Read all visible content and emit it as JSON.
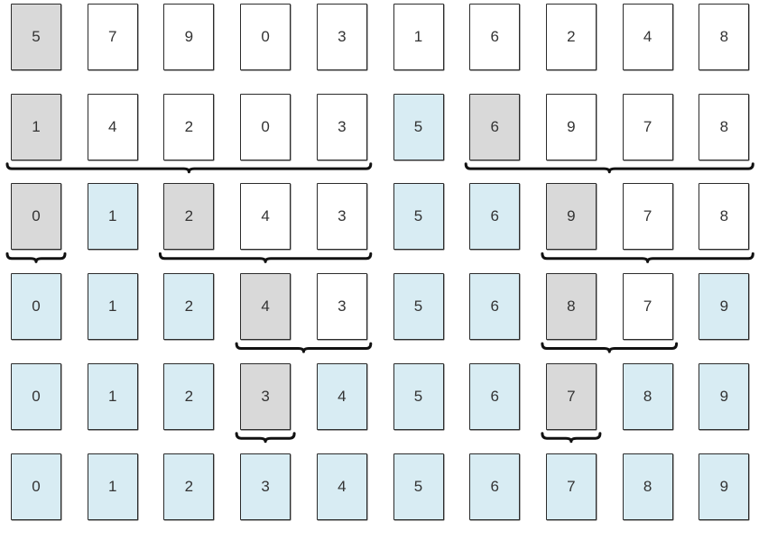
{
  "colors": {
    "default": "#ffffff",
    "pivot": "#d9d9d9",
    "sorted": "#d8ecf3",
    "border": "#2b2b2b",
    "brace": "#111111"
  },
  "rows": [
    [
      {
        "v": "5",
        "s": "pivot"
      },
      {
        "v": "7",
        "s": "default"
      },
      {
        "v": "9",
        "s": "default"
      },
      {
        "v": "0",
        "s": "default"
      },
      {
        "v": "3",
        "s": "default"
      },
      {
        "v": "1",
        "s": "default"
      },
      {
        "v": "6",
        "s": "default"
      },
      {
        "v": "2",
        "s": "default"
      },
      {
        "v": "4",
        "s": "default"
      },
      {
        "v": "8",
        "s": "default"
      }
    ],
    [
      {
        "v": "1",
        "s": "pivot"
      },
      {
        "v": "4",
        "s": "default"
      },
      {
        "v": "2",
        "s": "default"
      },
      {
        "v": "0",
        "s": "default"
      },
      {
        "v": "3",
        "s": "default"
      },
      {
        "v": "5",
        "s": "sorted"
      },
      {
        "v": "6",
        "s": "pivot"
      },
      {
        "v": "9",
        "s": "default"
      },
      {
        "v": "7",
        "s": "default"
      },
      {
        "v": "8",
        "s": "default"
      }
    ],
    [
      {
        "v": "0",
        "s": "pivot"
      },
      {
        "v": "1",
        "s": "sorted"
      },
      {
        "v": "2",
        "s": "pivot"
      },
      {
        "v": "4",
        "s": "default"
      },
      {
        "v": "3",
        "s": "default"
      },
      {
        "v": "5",
        "s": "sorted"
      },
      {
        "v": "6",
        "s": "sorted"
      },
      {
        "v": "9",
        "s": "pivot"
      },
      {
        "v": "7",
        "s": "default"
      },
      {
        "v": "8",
        "s": "default"
      }
    ],
    [
      {
        "v": "0",
        "s": "sorted"
      },
      {
        "v": "1",
        "s": "sorted"
      },
      {
        "v": "2",
        "s": "sorted"
      },
      {
        "v": "4",
        "s": "pivot"
      },
      {
        "v": "3",
        "s": "default"
      },
      {
        "v": "5",
        "s": "sorted"
      },
      {
        "v": "6",
        "s": "sorted"
      },
      {
        "v": "8",
        "s": "pivot"
      },
      {
        "v": "7",
        "s": "default"
      },
      {
        "v": "9",
        "s": "sorted"
      }
    ],
    [
      {
        "v": "0",
        "s": "sorted"
      },
      {
        "v": "1",
        "s": "sorted"
      },
      {
        "v": "2",
        "s": "sorted"
      },
      {
        "v": "3",
        "s": "pivot"
      },
      {
        "v": "4",
        "s": "sorted"
      },
      {
        "v": "5",
        "s": "sorted"
      },
      {
        "v": "6",
        "s": "sorted"
      },
      {
        "v": "7",
        "s": "pivot"
      },
      {
        "v": "8",
        "s": "sorted"
      },
      {
        "v": "9",
        "s": "sorted"
      }
    ],
    [
      {
        "v": "0",
        "s": "sorted"
      },
      {
        "v": "1",
        "s": "sorted"
      },
      {
        "v": "2",
        "s": "sorted"
      },
      {
        "v": "3",
        "s": "sorted"
      },
      {
        "v": "4",
        "s": "sorted"
      },
      {
        "v": "5",
        "s": "sorted"
      },
      {
        "v": "6",
        "s": "sorted"
      },
      {
        "v": "7",
        "s": "sorted"
      },
      {
        "v": "8",
        "s": "sorted"
      },
      {
        "v": "9",
        "s": "sorted"
      }
    ]
  ],
  "braces": [
    {
      "after_row": 1,
      "from_col": 0,
      "to_col": 4
    },
    {
      "after_row": 1,
      "from_col": 6,
      "to_col": 9
    },
    {
      "after_row": 2,
      "from_col": 0,
      "to_col": 0
    },
    {
      "after_row": 2,
      "from_col": 2,
      "to_col": 4
    },
    {
      "after_row": 2,
      "from_col": 7,
      "to_col": 9
    },
    {
      "after_row": 3,
      "from_col": 3,
      "to_col": 4
    },
    {
      "after_row": 3,
      "from_col": 7,
      "to_col": 8
    },
    {
      "after_row": 4,
      "from_col": 3,
      "to_col": 3
    },
    {
      "after_row": 4,
      "from_col": 7,
      "to_col": 7
    }
  ]
}
